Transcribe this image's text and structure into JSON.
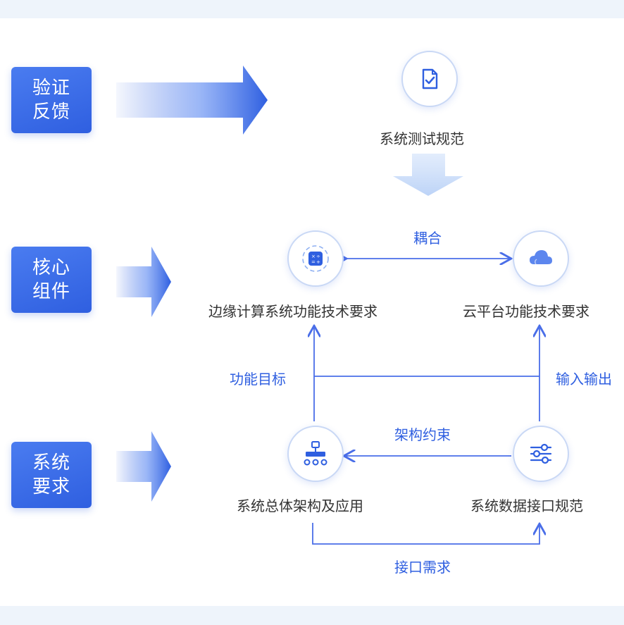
{
  "tags": [
    {
      "line1": "验证",
      "line2": "反馈"
    },
    {
      "line1": "核心",
      "line2": "组件"
    },
    {
      "line1": "系统",
      "line2": "要求"
    }
  ],
  "nodes": {
    "test_spec": "系统测试规范",
    "edge_computing": "边缘计算系统功能技术要求",
    "cloud_platform": "云平台功能技术要求",
    "architecture": "系统总体架构及应用",
    "data_interface": "系统数据接口规范"
  },
  "relations": {
    "coupling": "耦合",
    "functional_goal": "功能目标",
    "input_output": "输入输出",
    "architecture_constraint": "架构约束",
    "interface_requirement": "接口需求"
  },
  "colors": {
    "primary": "#2f5fe0",
    "line": "#4a6ee8",
    "text": "#333333"
  }
}
